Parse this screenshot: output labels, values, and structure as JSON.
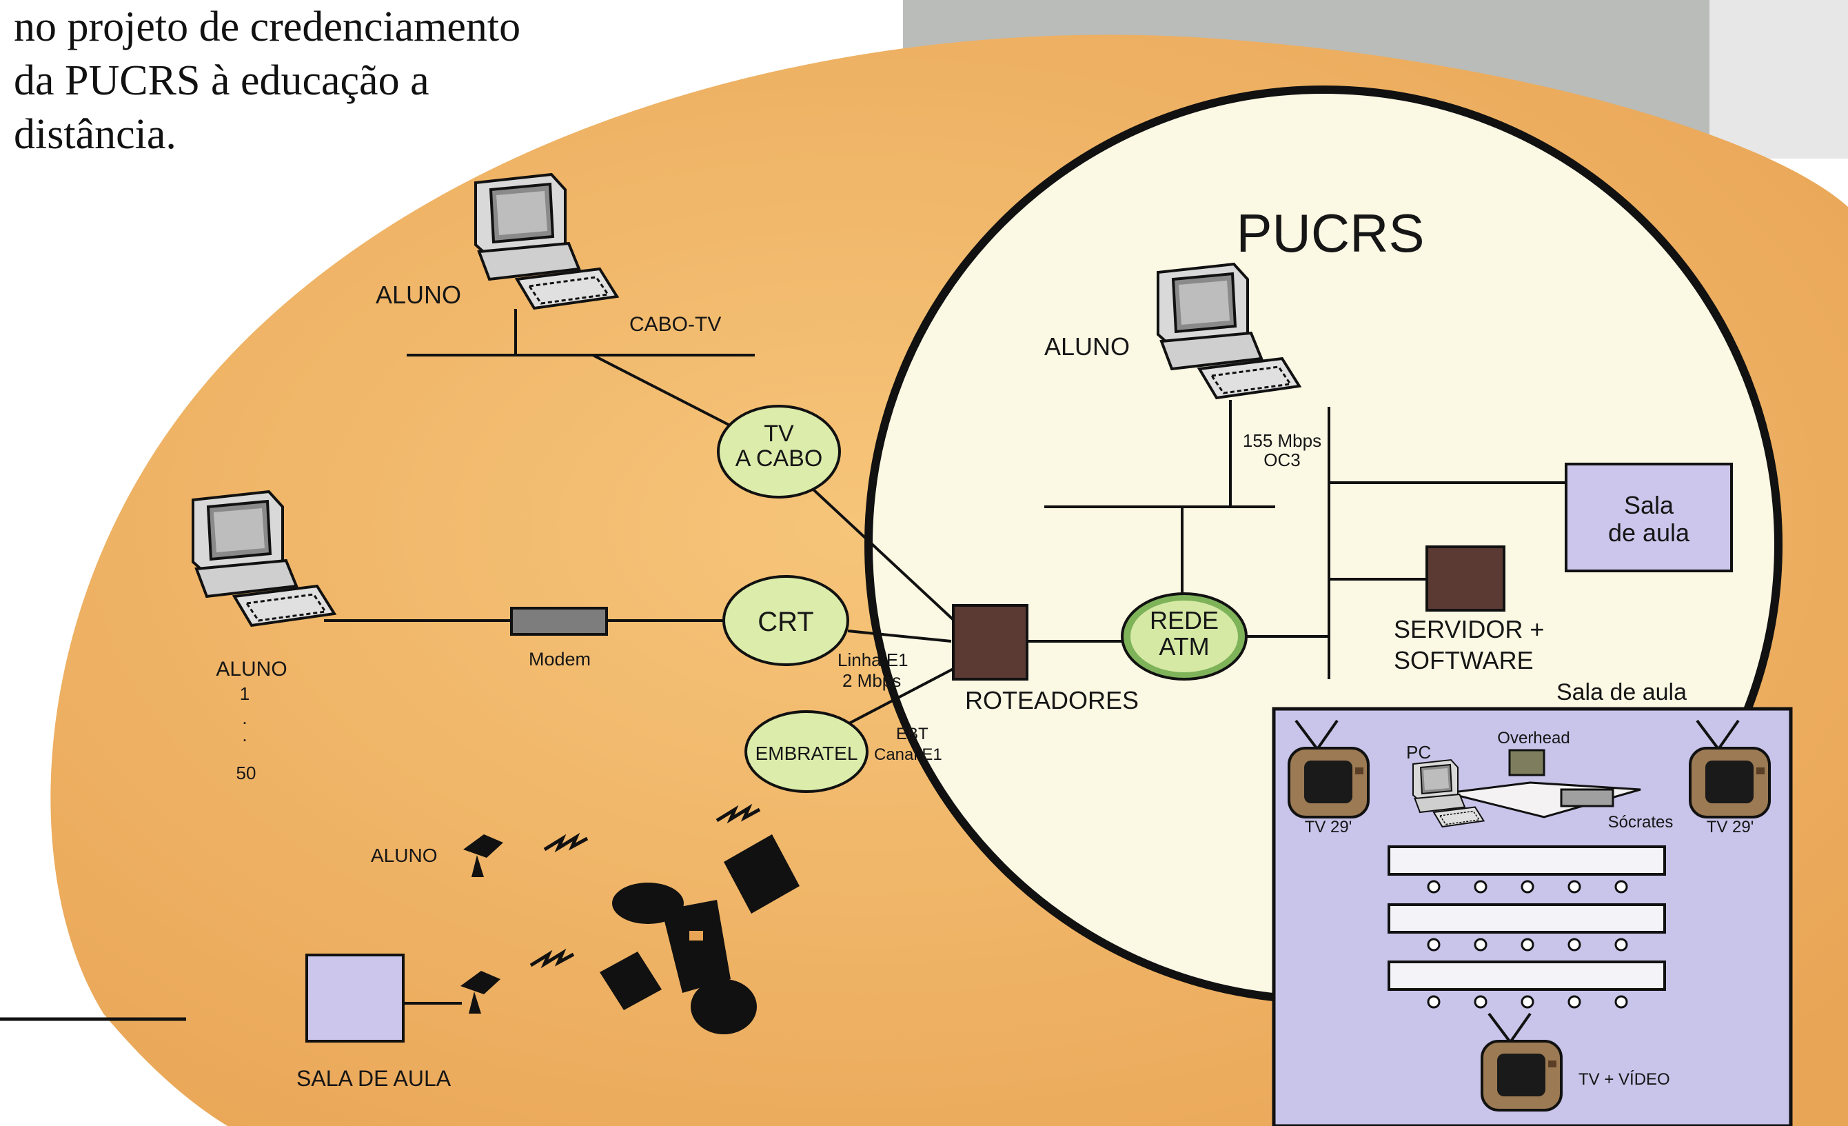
{
  "caption": {
    "lines": [
      "no projeto de credenciamento",
      "da PUCRS à educação a",
      "distância."
    ]
  },
  "diagram": {
    "title": "PUCRS",
    "nodes": {
      "aluno_cabo": "ALUNO",
      "cabo_tv": "CABO-TV",
      "tv_cabo": [
        "TV",
        "A CABO"
      ],
      "aluno_modem": [
        "ALUNO",
        "1",
        ".",
        ".",
        "50"
      ],
      "modem": "Modem",
      "crt": "CRT",
      "linha_e1": [
        "Linha E1",
        "2 Mbps"
      ],
      "roteadores": "ROTEADORES",
      "embratel": "EMBRATEL",
      "ebt": [
        "EBT",
        "Canal E1"
      ],
      "aluno_sat": "ALUNO",
      "sala_de_aula_sat": "SALA DE AULA",
      "aluno_pucrs": "ALUNO",
      "oc3": [
        "155 Mbps",
        "OC3"
      ],
      "rede_atm": [
        "REDE",
        "ATM"
      ],
      "sala": [
        "Sala",
        "de aula"
      ],
      "servidor": [
        "SERVIDOR +",
        "SOFTWARE"
      ]
    },
    "classroom": {
      "title": "Sala de aula",
      "pc": "PC",
      "overhead": "Overhead",
      "socrates": "Sócrates",
      "tv_left": "TV 29'",
      "tv_right": "TV 29'",
      "tv_video": "TV + VÍDEO"
    }
  },
  "colors": {
    "orange_region": "#efb366",
    "pucrs_circle": "#fbf8e4",
    "green_node": "#dcecab",
    "router": "#5a3a33",
    "classroom_bg": "#c8c4ea",
    "sala_box": "#ccc6ec",
    "gray_photo": "#b9bcb8"
  }
}
